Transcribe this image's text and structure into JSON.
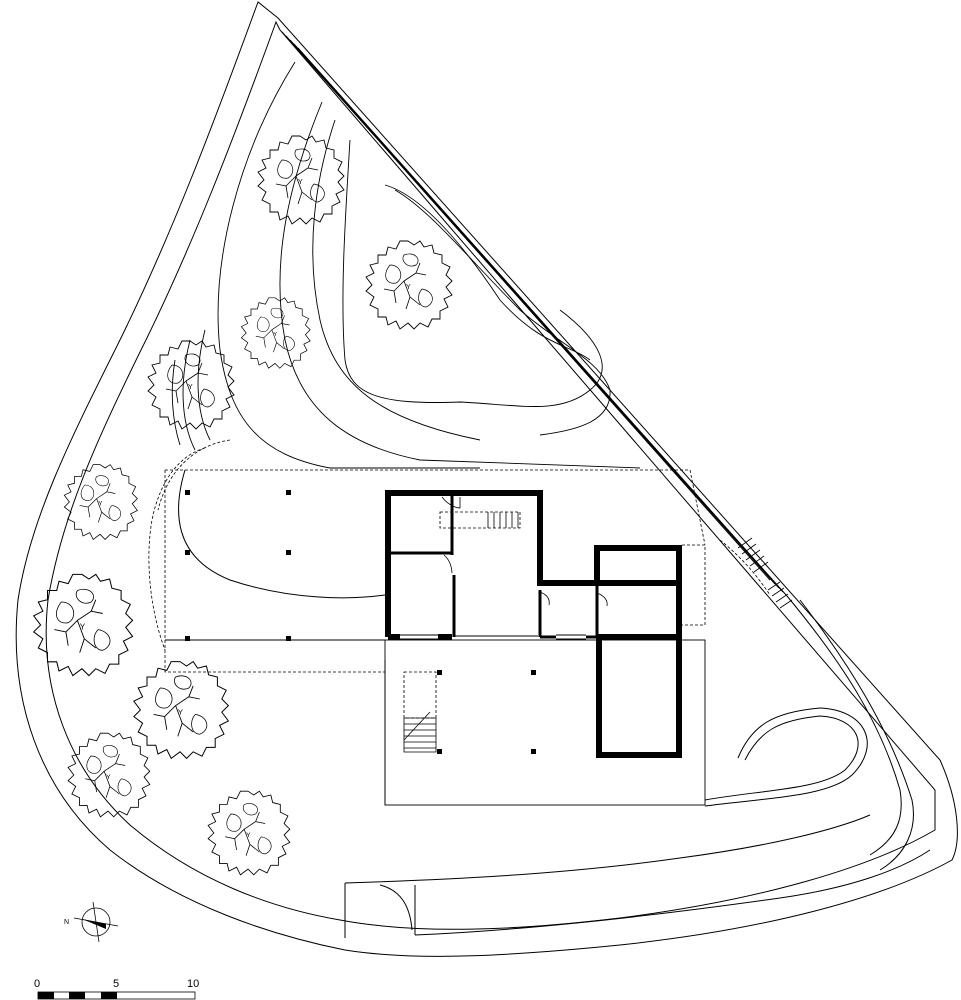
{
  "north_arrow": {
    "label": "N"
  },
  "scale_bar": {
    "labels": [
      "0",
      "5",
      "10"
    ]
  },
  "colors": {
    "line": "#000000",
    "paper": "#ffffff"
  }
}
